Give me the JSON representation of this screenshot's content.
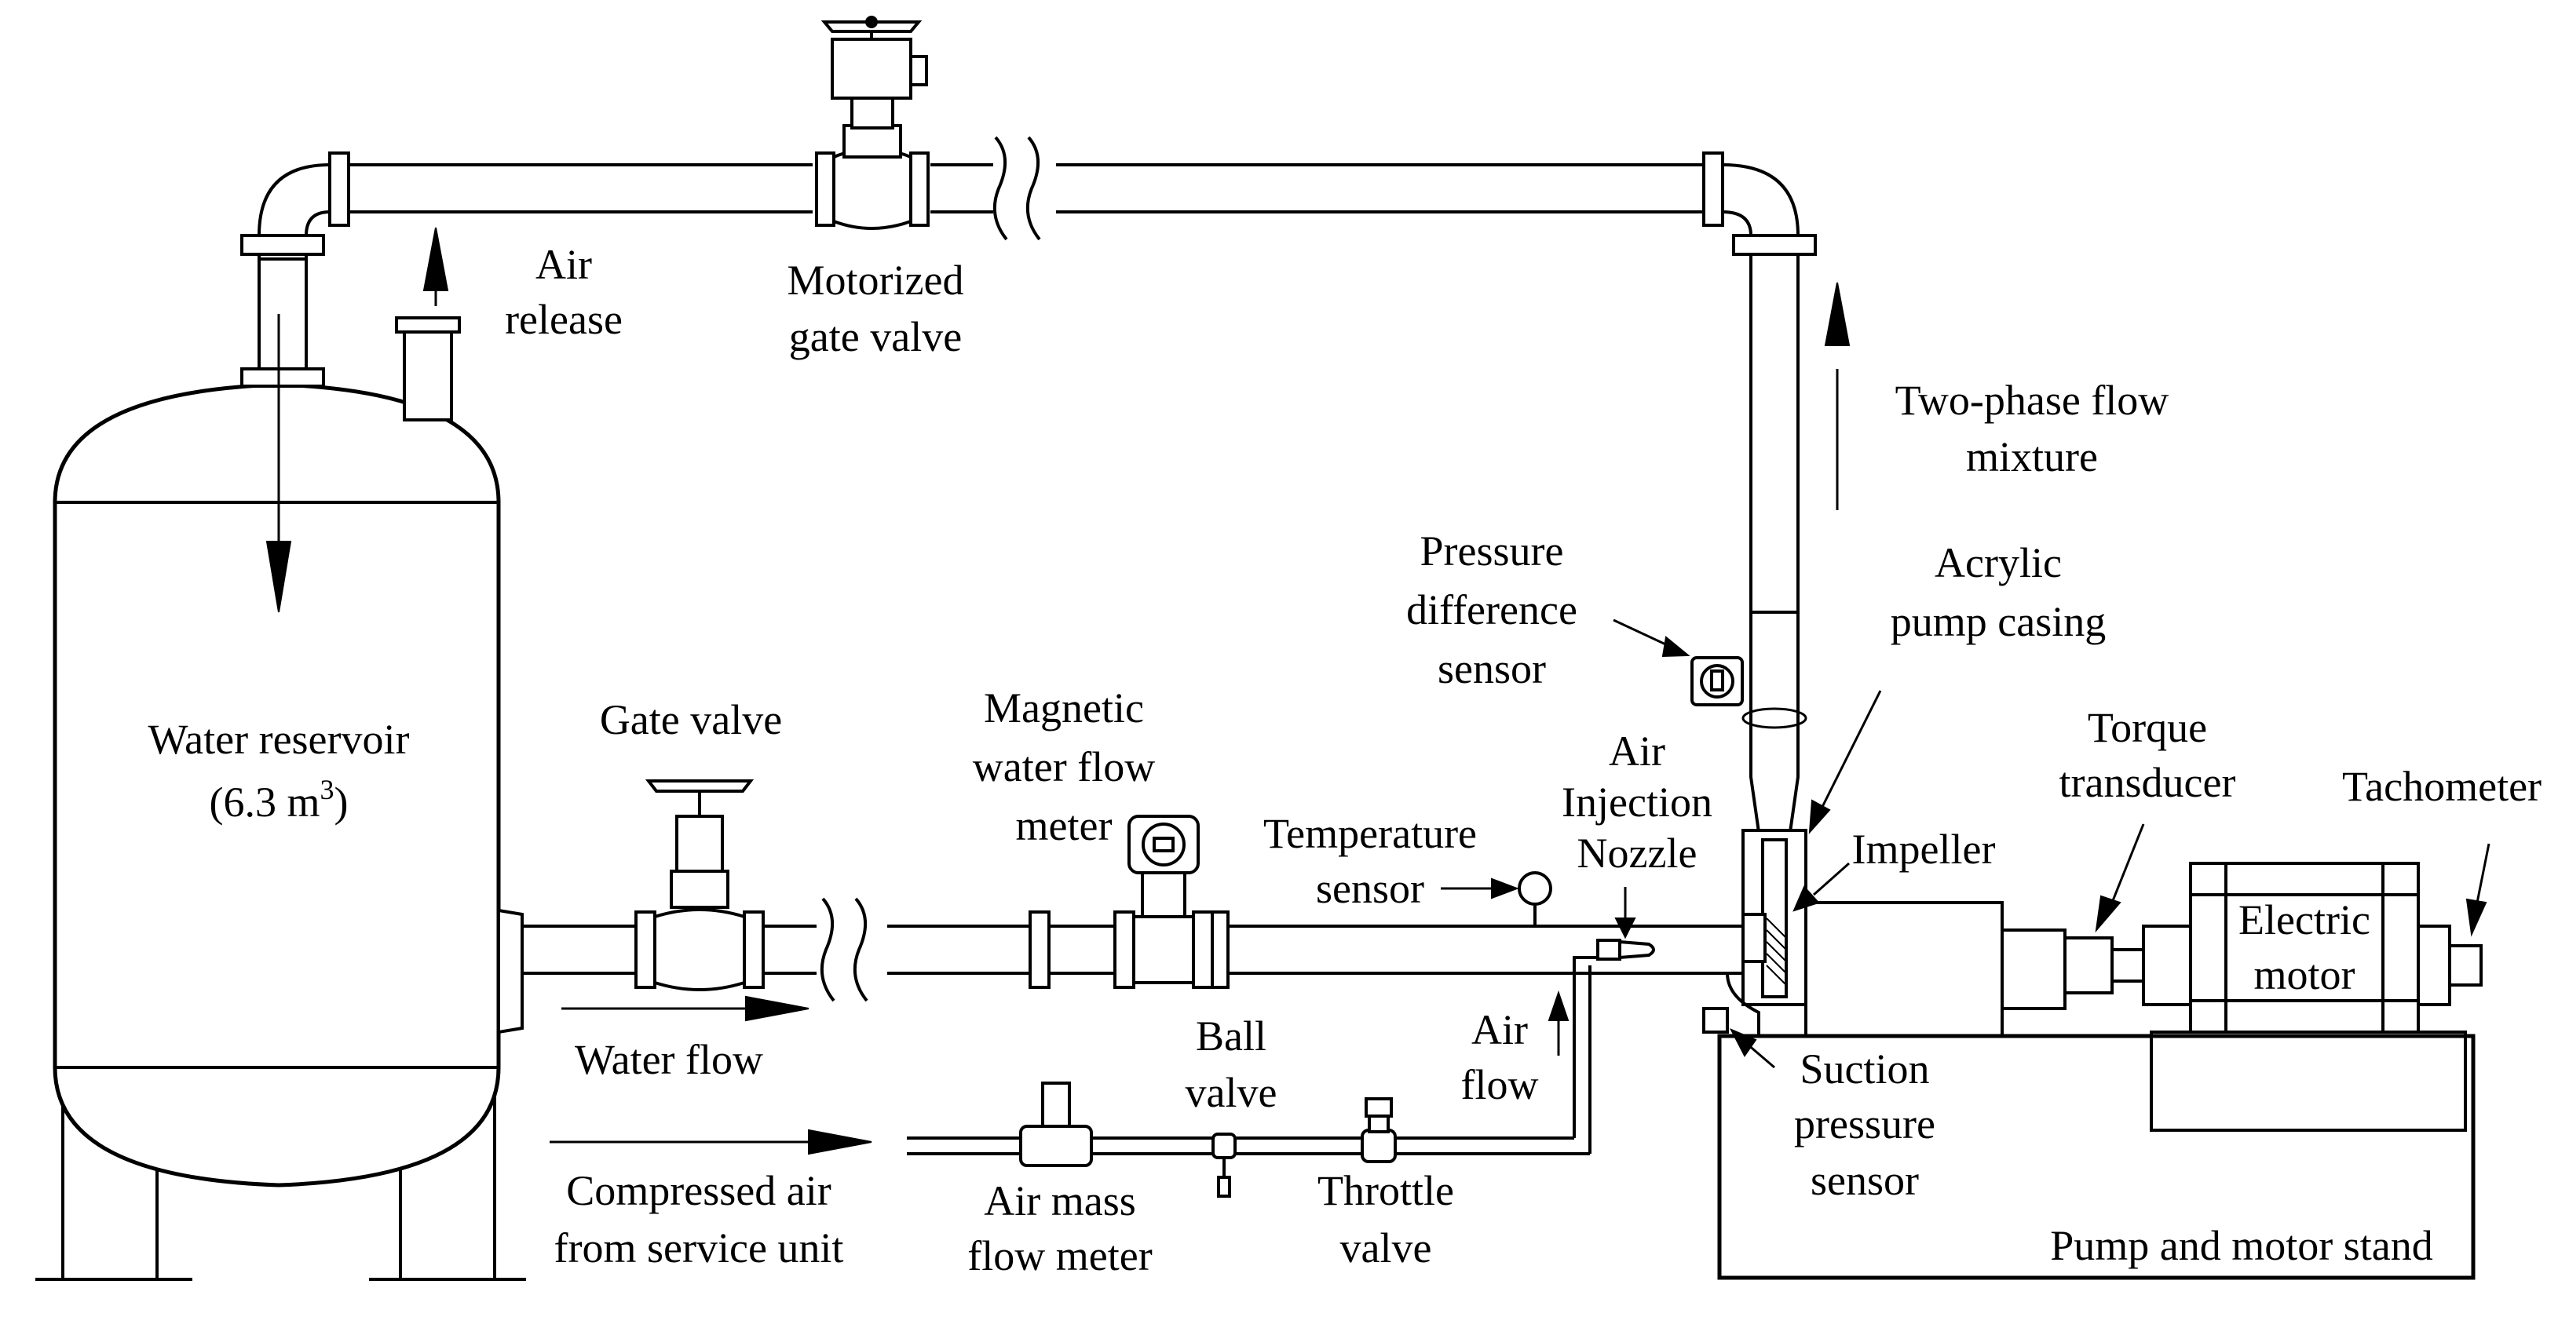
{
  "labels": {
    "air_release": [
      "Air",
      "release"
    ],
    "motorized_gate_valve": [
      "Motorized",
      "gate valve"
    ],
    "two_phase_flow": [
      "Two-phase flow",
      "mixture"
    ],
    "pressure_difference_sensor": [
      "Pressure",
      "difference",
      "sensor"
    ],
    "acrylic_pump_casing": [
      "Acrylic",
      "pump casing"
    ],
    "water_reservoir": "Water reservoir",
    "reservoir_volume": "(6.3 m",
    "reservoir_volume_sup": "3",
    "reservoir_volume_close": ")",
    "gate_valve": "Gate valve",
    "magnetic_water_flow_meter": [
      "Magnetic",
      "water flow",
      "meter"
    ],
    "temperature_sensor": [
      "Temperature",
      "sensor"
    ],
    "air_injection_nozzle": [
      "Air",
      "Injection",
      "Nozzle"
    ],
    "impeller": "Impeller",
    "torque_transducer": [
      "Torque",
      "transducer"
    ],
    "tachometer": "Tachometer",
    "electric_motor": [
      "Electric",
      "motor"
    ],
    "water_flow": "Water flow",
    "ball_valve": [
      "Ball",
      "valve"
    ],
    "air_flow": [
      "Air",
      "flow"
    ],
    "suction_pressure_sensor": [
      "Suction",
      "pressure",
      "sensor"
    ],
    "compressed_air": [
      "Compressed air",
      "from service unit"
    ],
    "air_mass_flow_meter": [
      "Air mass",
      "flow meter"
    ],
    "throttle_valve": [
      "Throttle",
      "valve"
    ],
    "pump_motor_stand": "Pump and motor stand"
  },
  "colors": {
    "line": "#000000",
    "background": "#ffffff"
  }
}
